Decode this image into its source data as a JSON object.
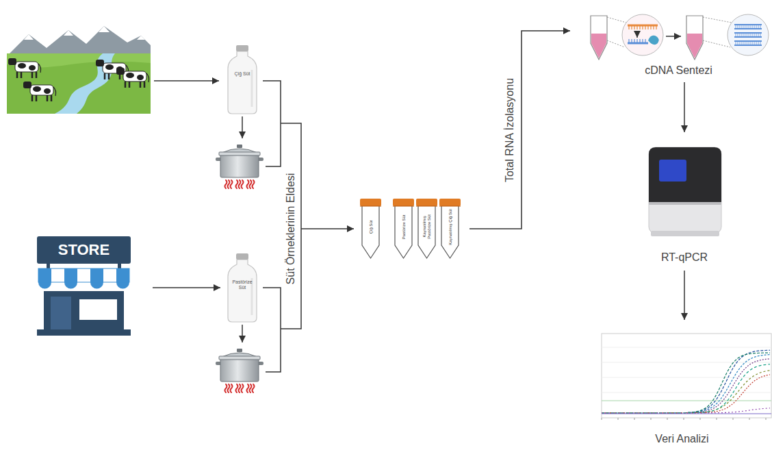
{
  "diagram": {
    "nodes": [
      {
        "text": [
          "Çiğ Süt"
        ]
      },
      {
        "text": [
          "STORE"
        ]
      },
      {
        "text": [
          "Pastörize Süt"
        ]
      },
      {
        "text": [
          "Çiğ Süt"
        ]
      },
      {
        "text": [
          "Pastörize Süt"
        ]
      },
      {
        "text": [
          "Kaynatılmış Pastörize Süt"
        ]
      },
      {
        "text": [
          "Kaynatılmış Çiğ Süt"
        ]
      },
      {
        "text": [
          "cDNA Sentezi"
        ]
      },
      {
        "text": [
          "RT-qPCR"
        ]
      },
      {
        "text": [
          "Veri Analizi"
        ]
      }
    ],
    "edges": [
      {
        "from": 1,
        "to": 2,
        "arrow": "to"
      },
      {
        "from": 6,
        "to": 7,
        "label": "Total RNA İzolasyonu",
        "arrow": "to"
      },
      {
        "from": 7,
        "to": 8,
        "arrow": "to"
      },
      {
        "from": 8,
        "to": 9,
        "arrow": "to"
      }
    ],
    "labels": [
      "Süt Örneklerinin Eldesi"
    ]
  }
}
